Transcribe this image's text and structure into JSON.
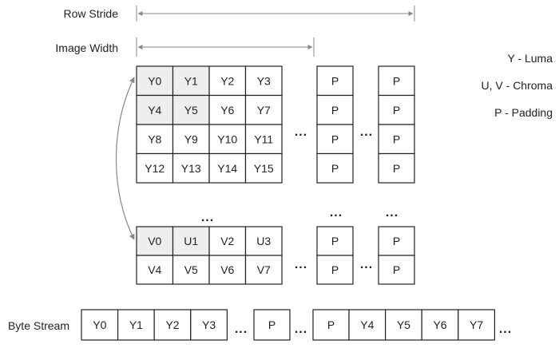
{
  "labels": {
    "row_stride": "Row Stride",
    "image_width": "Image Width",
    "byte_stream": "Byte Stream"
  },
  "legend": [
    "Y - Luma",
    "U, V - Chroma",
    "P - Padding"
  ],
  "ellipsis": "...",
  "y_plane": {
    "rows": [
      [
        "Y0",
        "Y1",
        "Y2",
        "Y3"
      ],
      [
        "Y4",
        "Y5",
        "Y6",
        "Y7"
      ],
      [
        "Y8",
        "Y9",
        "Y10",
        "Y11"
      ],
      [
        "Y12",
        "Y13",
        "Y14",
        "Y15"
      ]
    ],
    "highlighted": [
      "Y0",
      "Y1",
      "Y4",
      "Y5"
    ],
    "padding": "P"
  },
  "uv_plane": {
    "rows": [
      [
        "V0",
        "U1",
        "V2",
        "U3"
      ],
      [
        "V4",
        "V5",
        "V6",
        "V7"
      ]
    ],
    "highlighted": [
      "V0",
      "U1"
    ],
    "padding": "P"
  },
  "byte_stream": {
    "group1": [
      "Y0",
      "Y1",
      "Y2",
      "Y3"
    ],
    "padding1": "P",
    "padding2": "P",
    "group2": [
      "Y4",
      "Y5",
      "Y6",
      "Y7"
    ]
  },
  "colors": {
    "highlight": "#eeeeee",
    "cell_bg": "#ffffff",
    "border": "#222222",
    "arrow": "#888888"
  }
}
